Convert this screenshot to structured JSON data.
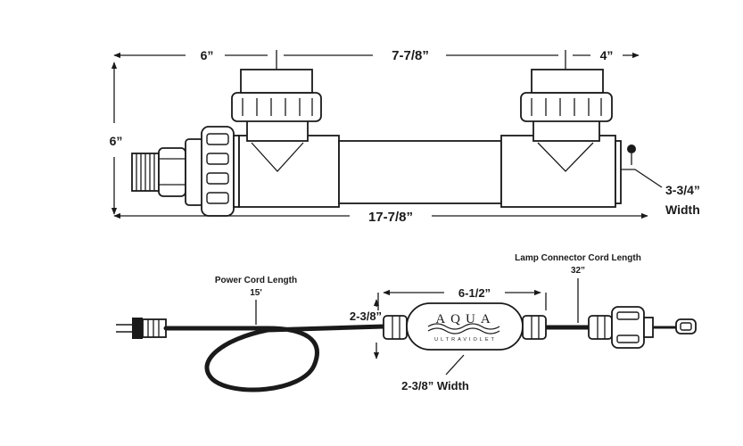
{
  "top_dims": {
    "left_len": "6”",
    "middle_len": "7-7/8”",
    "right_len": "4”",
    "height": "6”",
    "total_len": "17-7/8”",
    "width_value": "3-3/4”",
    "width_word": "Width"
  },
  "ballast": {
    "power_cord_label": "Power Cord Length",
    "power_cord_value": "15'",
    "lamp_cord_label": "Lamp Connector Cord Length",
    "lamp_cord_value": "32”",
    "length": "6-1/2”",
    "height": "2-3/8”",
    "width": "2-3/8” Width",
    "brand": "AQUA",
    "brand_sub": "ULTRAVIOLET"
  }
}
